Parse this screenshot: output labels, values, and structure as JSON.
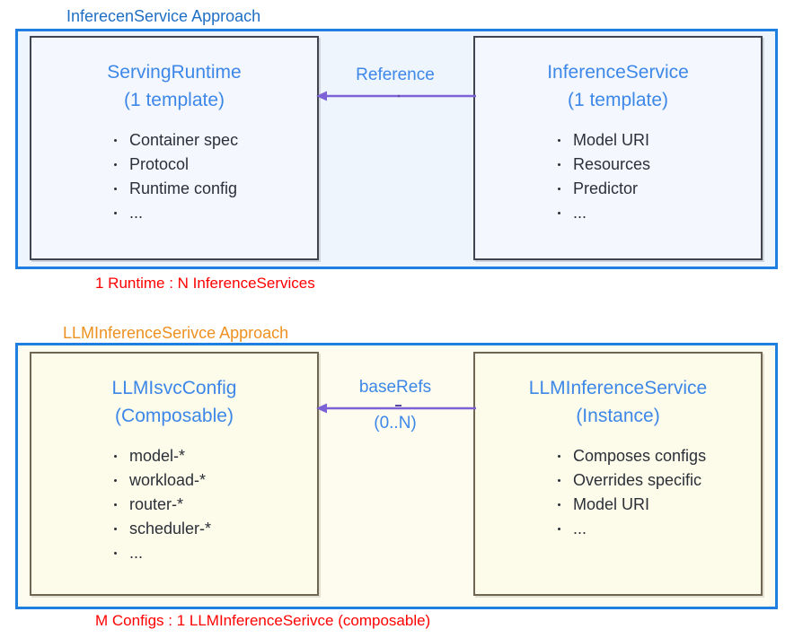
{
  "diagram": {
    "title_top": "InferecenService Approach",
    "title_bottom": "LLMInferenceSerivce Approach",
    "accent_blue": "#1f7fe0",
    "accent_orange": "#ed9121",
    "accent_red": "#ff0000",
    "accent_purple": "#7d61d6",
    "text_blue": "#3d87e8"
  },
  "top_section": {
    "title": "InferecenService Approach",
    "left_card": {
      "title": "ServingRuntime",
      "subtitle": "(1 template)",
      "bullets": [
        "Container spec",
        "Protocol",
        "Runtime config",
        "..."
      ]
    },
    "right_card": {
      "title": "InferenceService",
      "subtitle": "(1 template)",
      "bullets": [
        "Model URI",
        "Resources",
        "Predictor",
        "..."
      ]
    },
    "arrow": {
      "label_above": "Reference",
      "label_below": "",
      "direction": "right-to-left"
    },
    "caption": "1 Runtime : N InferenceServices"
  },
  "bottom_section": {
    "title": "LLMInferenceSerivce Approach",
    "left_card": {
      "title": "LLMIsvcConfig",
      "subtitle": "(Composable)",
      "bullets": [
        "model-*",
        "workload-*",
        "router-*",
        "scheduler-*",
        "..."
      ]
    },
    "right_card": {
      "title": "LLMInferenceService",
      "subtitle": "(Instance)",
      "bullets": [
        "Composes configs",
        "Overrides specific",
        "Model URI",
        "..."
      ]
    },
    "arrow": {
      "label_above": "baseRefs",
      "label_below": "(0..N)",
      "direction": "right-to-left"
    },
    "caption": "M Configs : 1 LLMInferenceSerivce (composable)"
  }
}
